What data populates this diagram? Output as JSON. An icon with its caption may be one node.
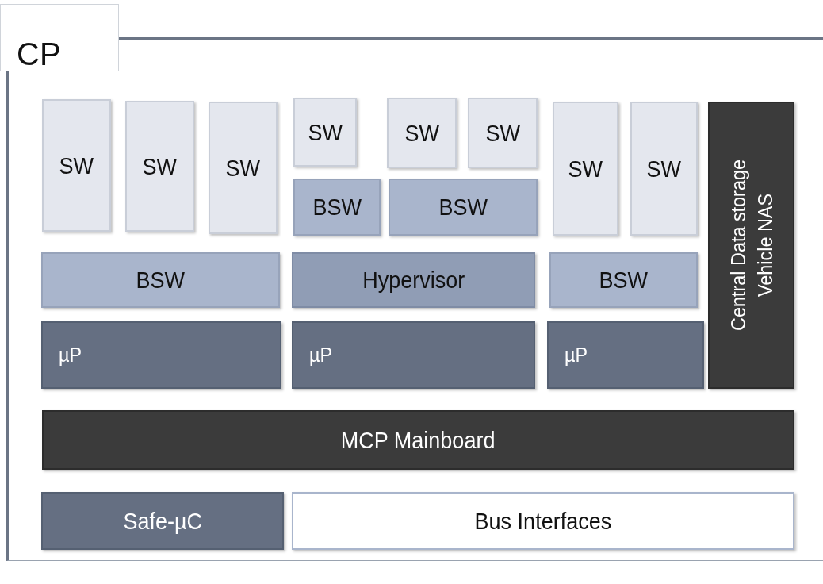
{
  "diagram": {
    "nodes": [
      {
        "text": [
          "CP"
        ]
      },
      {
        "text": [
          "SW"
        ],
        "in": 0
      },
      {
        "text": [
          "SW"
        ],
        "in": 0
      },
      {
        "text": [
          "SW"
        ],
        "in": 0
      },
      {
        "text": [
          "SW"
        ],
        "in": 0
      },
      {
        "text": [
          "SW"
        ],
        "in": 0
      },
      {
        "text": [
          "SW"
        ],
        "in": 0
      },
      {
        "text": [
          "SW"
        ],
        "in": 0
      },
      {
        "text": [
          "SW"
        ],
        "in": 0
      },
      {
        "text": [
          "Central Data storage Vehicle NAS"
        ],
        "in": 0
      },
      {
        "text": [
          "BSW"
        ],
        "in": 0
      },
      {
        "text": [
          "BSW"
        ],
        "in": 0
      },
      {
        "text": [
          "BSW"
        ],
        "in": 0
      },
      {
        "text": [
          "Hypervisor"
        ],
        "in": 0
      },
      {
        "text": [
          "BSW"
        ],
        "in": 0
      },
      {
        "text": [
          "µP"
        ],
        "in": 0
      },
      {
        "text": [
          "µP"
        ],
        "in": 0
      },
      {
        "text": [
          "µP"
        ],
        "in": 0
      },
      {
        "text": [
          "MCP Mainboard"
        ],
        "in": 0
      },
      {
        "text": [
          "Safe-µC"
        ],
        "in": 0
      },
      {
        "text": [
          "Bus Interfaces"
        ],
        "in": 0
      }
    ]
  }
}
